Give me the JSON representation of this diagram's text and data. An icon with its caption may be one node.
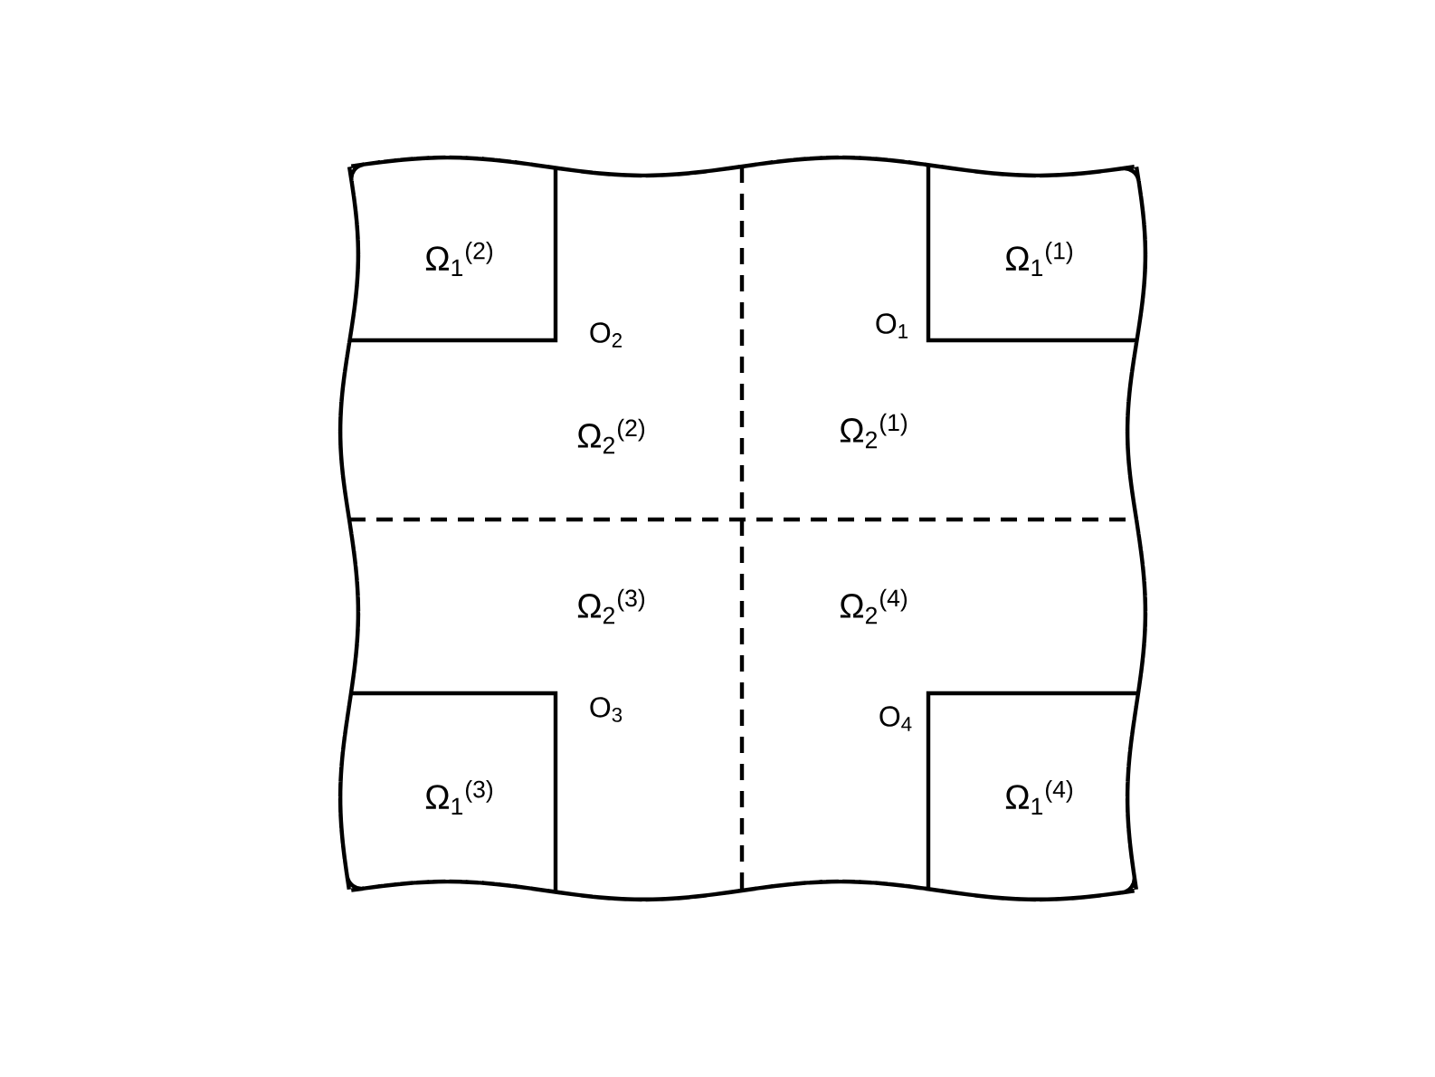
{
  "diagram": {
    "nodes": [
      {
        "text": [
          "Ω$_{1}$$^{(2)}$"
        ]
      },
      {
        "text": [
          "Ω$_{1}$$^{(1)}$"
        ]
      },
      {
        "text": [
          "Ω$_{1}$$^{(3)}$"
        ]
      },
      {
        "text": [
          "Ω$_{1}$$^{(4)}$"
        ]
      }
    ],
    "labels": [
      "O$_{2}$",
      "O$_{1}$",
      "Ω$_{2}$$^{(2)}$",
      "Ω$_{2}$$^{(1)}$",
      "Ω$_{2}$$^{(3)}$",
      "Ω$_{2}$$^{(4)}$",
      "O$_{3}$",
      "O$_{4}$"
    ]
  }
}
